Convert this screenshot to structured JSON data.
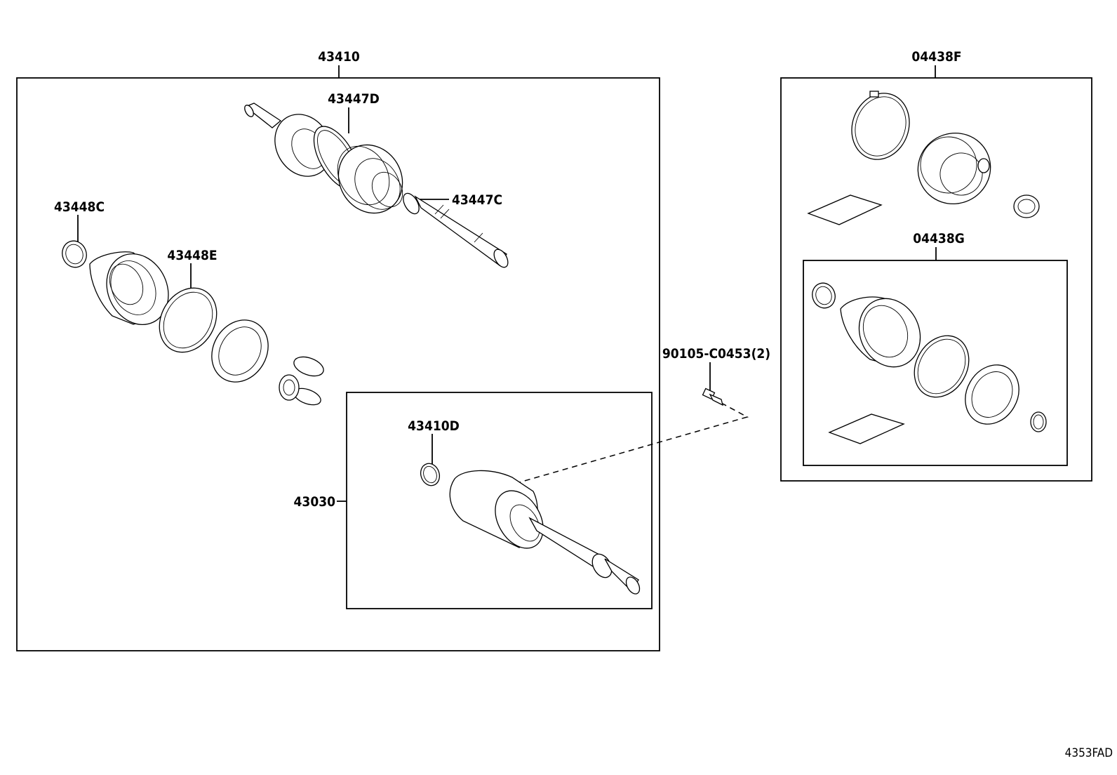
{
  "diagram": {
    "callouts": {
      "assembly_main": "43410",
      "boot_clamp_outer": "43447D",
      "boot_clamp_small": "43447C",
      "clamp_inner_small": "43448C",
      "clamp_inner_large": "43448E",
      "inboard_joint": "43030",
      "snap_ring": "43410D",
      "bolt": "90105-C0453(2)",
      "boot_kit_outer": "04438F",
      "boot_kit_inner": "04438G"
    },
    "diagram_code": "4353FAD"
  }
}
